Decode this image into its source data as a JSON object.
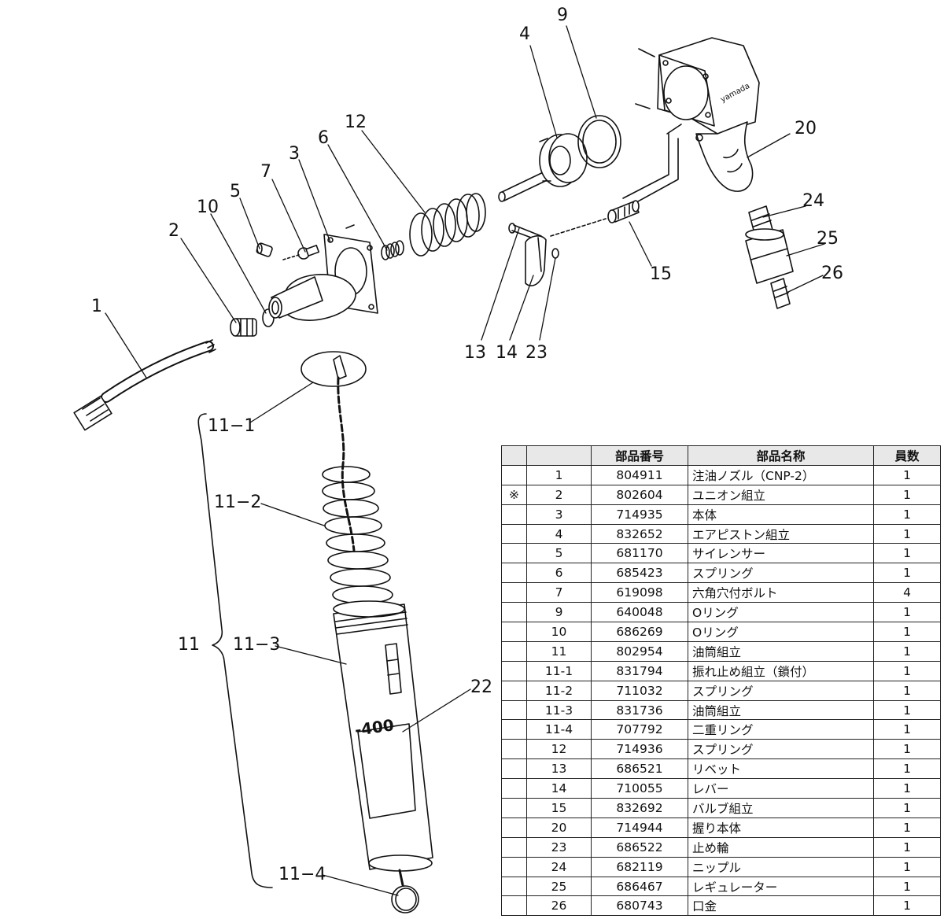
{
  "diagram": {
    "callouts": {
      "c1": "1",
      "c2": "2",
      "c3": "3",
      "c4": "4",
      "c5": "5",
      "c6": "6",
      "c7": "7",
      "c9": "9",
      "c10": "10",
      "c11": "11",
      "c11_1": "11−1",
      "c11_2": "11−2",
      "c11_3": "11−3",
      "c11_4": "11−4",
      "c12": "12",
      "c13": "13",
      "c14": "14",
      "c15": "15",
      "c20": "20",
      "c22": "22",
      "c23": "23",
      "c24": "24",
      "c25": "25",
      "c26": "26"
    },
    "brand_text": "yamada",
    "cylinder_text": "-400"
  },
  "table": {
    "headers": {
      "mark": "",
      "no": "",
      "part_number": "部品番号",
      "part_name": "部品名称",
      "qty": "員数"
    },
    "rows": [
      {
        "mark": "",
        "no": "1",
        "part_number": "804911",
        "part_name": "注油ノズル（CNP-2）",
        "qty": "1"
      },
      {
        "mark": "※",
        "no": "2",
        "part_number": "802604",
        "part_name": "ユニオン組立",
        "qty": "1"
      },
      {
        "mark": "",
        "no": "3",
        "part_number": "714935",
        "part_name": "本体",
        "qty": "1"
      },
      {
        "mark": "",
        "no": "4",
        "part_number": "832652",
        "part_name": "エアピストン組立",
        "qty": "1"
      },
      {
        "mark": "",
        "no": "5",
        "part_number": "681170",
        "part_name": "サイレンサー",
        "qty": "1"
      },
      {
        "mark": "",
        "no": "6",
        "part_number": "685423",
        "part_name": "スプリング",
        "qty": "1"
      },
      {
        "mark": "",
        "no": "7",
        "part_number": "619098",
        "part_name": "六角穴付ボルト",
        "qty": "4"
      },
      {
        "mark": "",
        "no": "9",
        "part_number": "640048",
        "part_name": "Oリング",
        "qty": "1"
      },
      {
        "mark": "",
        "no": "10",
        "part_number": "686269",
        "part_name": "Oリング",
        "qty": "1"
      },
      {
        "mark": "",
        "no": "11",
        "part_number": "802954",
        "part_name": "油筒組立",
        "qty": "1"
      },
      {
        "mark": "",
        "no": "11-1",
        "part_number": "831794",
        "part_name": "振れ止め組立（鎖付）",
        "qty": "1"
      },
      {
        "mark": "",
        "no": "11-2",
        "part_number": "711032",
        "part_name": "スプリング",
        "qty": "1"
      },
      {
        "mark": "",
        "no": "11-3",
        "part_number": "831736",
        "part_name": "油筒組立",
        "qty": "1"
      },
      {
        "mark": "",
        "no": "11-4",
        "part_number": "707792",
        "part_name": "二重リング",
        "qty": "1"
      },
      {
        "mark": "",
        "no": "12",
        "part_number": "714936",
        "part_name": "スプリング",
        "qty": "1"
      },
      {
        "mark": "",
        "no": "13",
        "part_number": "686521",
        "part_name": "リベット",
        "qty": "1"
      },
      {
        "mark": "",
        "no": "14",
        "part_number": "710055",
        "part_name": "レバー",
        "qty": "1"
      },
      {
        "mark": "",
        "no": "15",
        "part_number": "832692",
        "part_name": "バルブ組立",
        "qty": "1"
      },
      {
        "mark": "",
        "no": "20",
        "part_number": "714944",
        "part_name": "握り本体",
        "qty": "1"
      },
      {
        "mark": "",
        "no": "23",
        "part_number": "686522",
        "part_name": "止め輪",
        "qty": "1"
      },
      {
        "mark": "",
        "no": "24",
        "part_number": "682119",
        "part_name": "ニップル",
        "qty": "1"
      },
      {
        "mark": "",
        "no": "25",
        "part_number": "686467",
        "part_name": "レギュレーター",
        "qty": "1"
      },
      {
        "mark": "",
        "no": "26",
        "part_number": "680743",
        "part_name": "口金",
        "qty": "1"
      }
    ]
  }
}
